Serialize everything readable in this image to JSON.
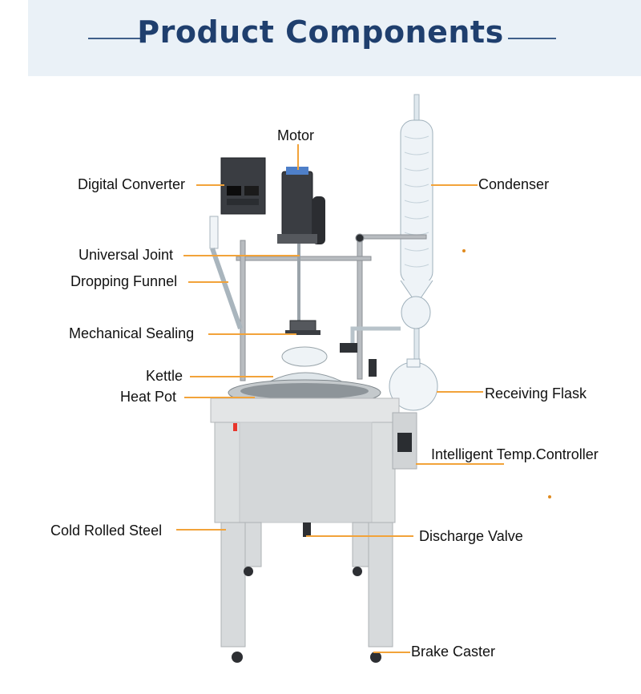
{
  "header": {
    "title": "Product Components",
    "band_color": "#eaf1f7",
    "title_color": "#1f3f6e"
  },
  "accent_color": "#f2a33a",
  "labels": {
    "motor": "Motor",
    "digital_converter": "Digital Converter",
    "condenser": "Condenser",
    "universal_joint": "Universal Joint",
    "dropping_funnel": "Dropping Funnel",
    "mechanical_sealing": "Mechanical Sealing",
    "kettle": "Kettle",
    "heat_pot": "Heat Pot",
    "receiving_flask": "Receiving Flask",
    "intelligent_temp_controller": "Intelligent Temp.Controller",
    "cold_rolled_steel": "Cold Rolled Steel",
    "discharge_valve": "Discharge Valve",
    "brake_caster": "Brake Caster"
  }
}
